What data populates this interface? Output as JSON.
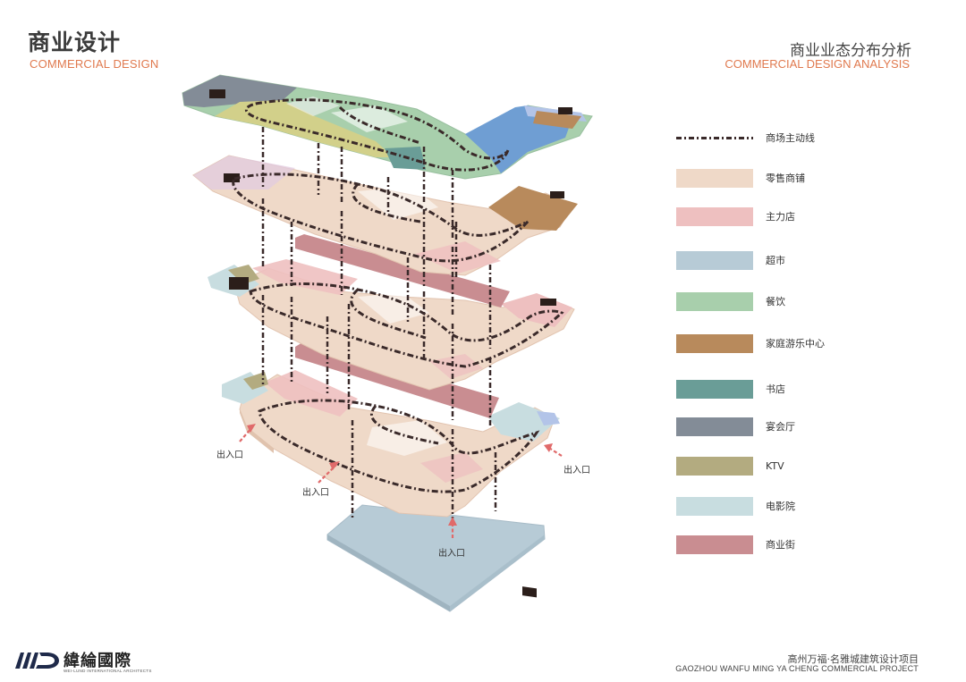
{
  "header": {
    "title_cn": "商业设计",
    "title_en": "COMMERCIAL DESIGN",
    "subtitle_cn": "商业业态分布分析",
    "subtitle_en": "COMMERCIAL DESIGN ANALYSIS"
  },
  "legend": [
    {
      "label": "商场主动线",
      "kind": "line",
      "color": "#3a2a2a"
    },
    {
      "label": "零售商铺",
      "kind": "swatch",
      "color": "#efd9c8"
    },
    {
      "label": "主力店",
      "kind": "swatch",
      "color": "#eec0c0"
    },
    {
      "label": "超市",
      "kind": "swatch",
      "color": "#b7cbd6"
    },
    {
      "label": "餐饮",
      "kind": "swatch",
      "color": "#a8cfac"
    },
    {
      "label": "家庭游乐中心",
      "kind": "swatch",
      "color": "#b88a5c"
    },
    {
      "label": "书店",
      "kind": "swatch",
      "color": "#6a9d97"
    },
    {
      "label": "宴会厅",
      "kind": "swatch",
      "color": "#838c97"
    },
    {
      "label": "KTV",
      "kind": "swatch",
      "color": "#b3ab80"
    },
    {
      "label": "电影院",
      "kind": "swatch",
      "color": "#c8dde0"
    },
    {
      "label": "商业街",
      "kind": "swatch",
      "color": "#c98d91"
    }
  ],
  "entrances": {
    "left": "出入口",
    "mid": "出入口",
    "right": "出入口",
    "bottom": "出入口"
  },
  "footer": {
    "company_name": "緯綸國際",
    "company_en": "WEI-LUND INTERNATIONAL ARCHITECTS",
    "project_cn": "高州万福·名雅城建筑设计项目",
    "project_en": "GAOZHOU WANFU MING YA CHENG COMMERCIAL PROJECT"
  }
}
